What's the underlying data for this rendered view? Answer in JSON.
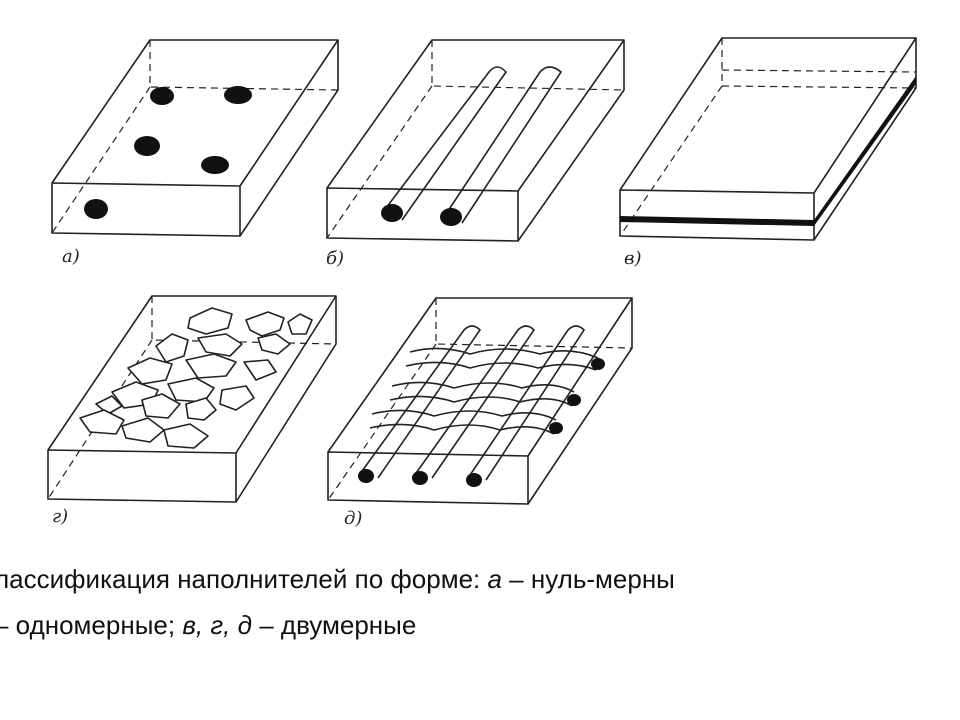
{
  "labels": {
    "a": "а)",
    "b": "б)",
    "v": "в)",
    "g": "г)",
    "d": "д)"
  },
  "caption": {
    "line1_text": "лассификация наполнителей по форме: ",
    "line1_italic": "а",
    "line1_rest": " – нуль-мерны",
    "line2_start": "– одномерные; ",
    "line2_italic": "в, г, д",
    "line2_rest": " – двумерные"
  }
}
